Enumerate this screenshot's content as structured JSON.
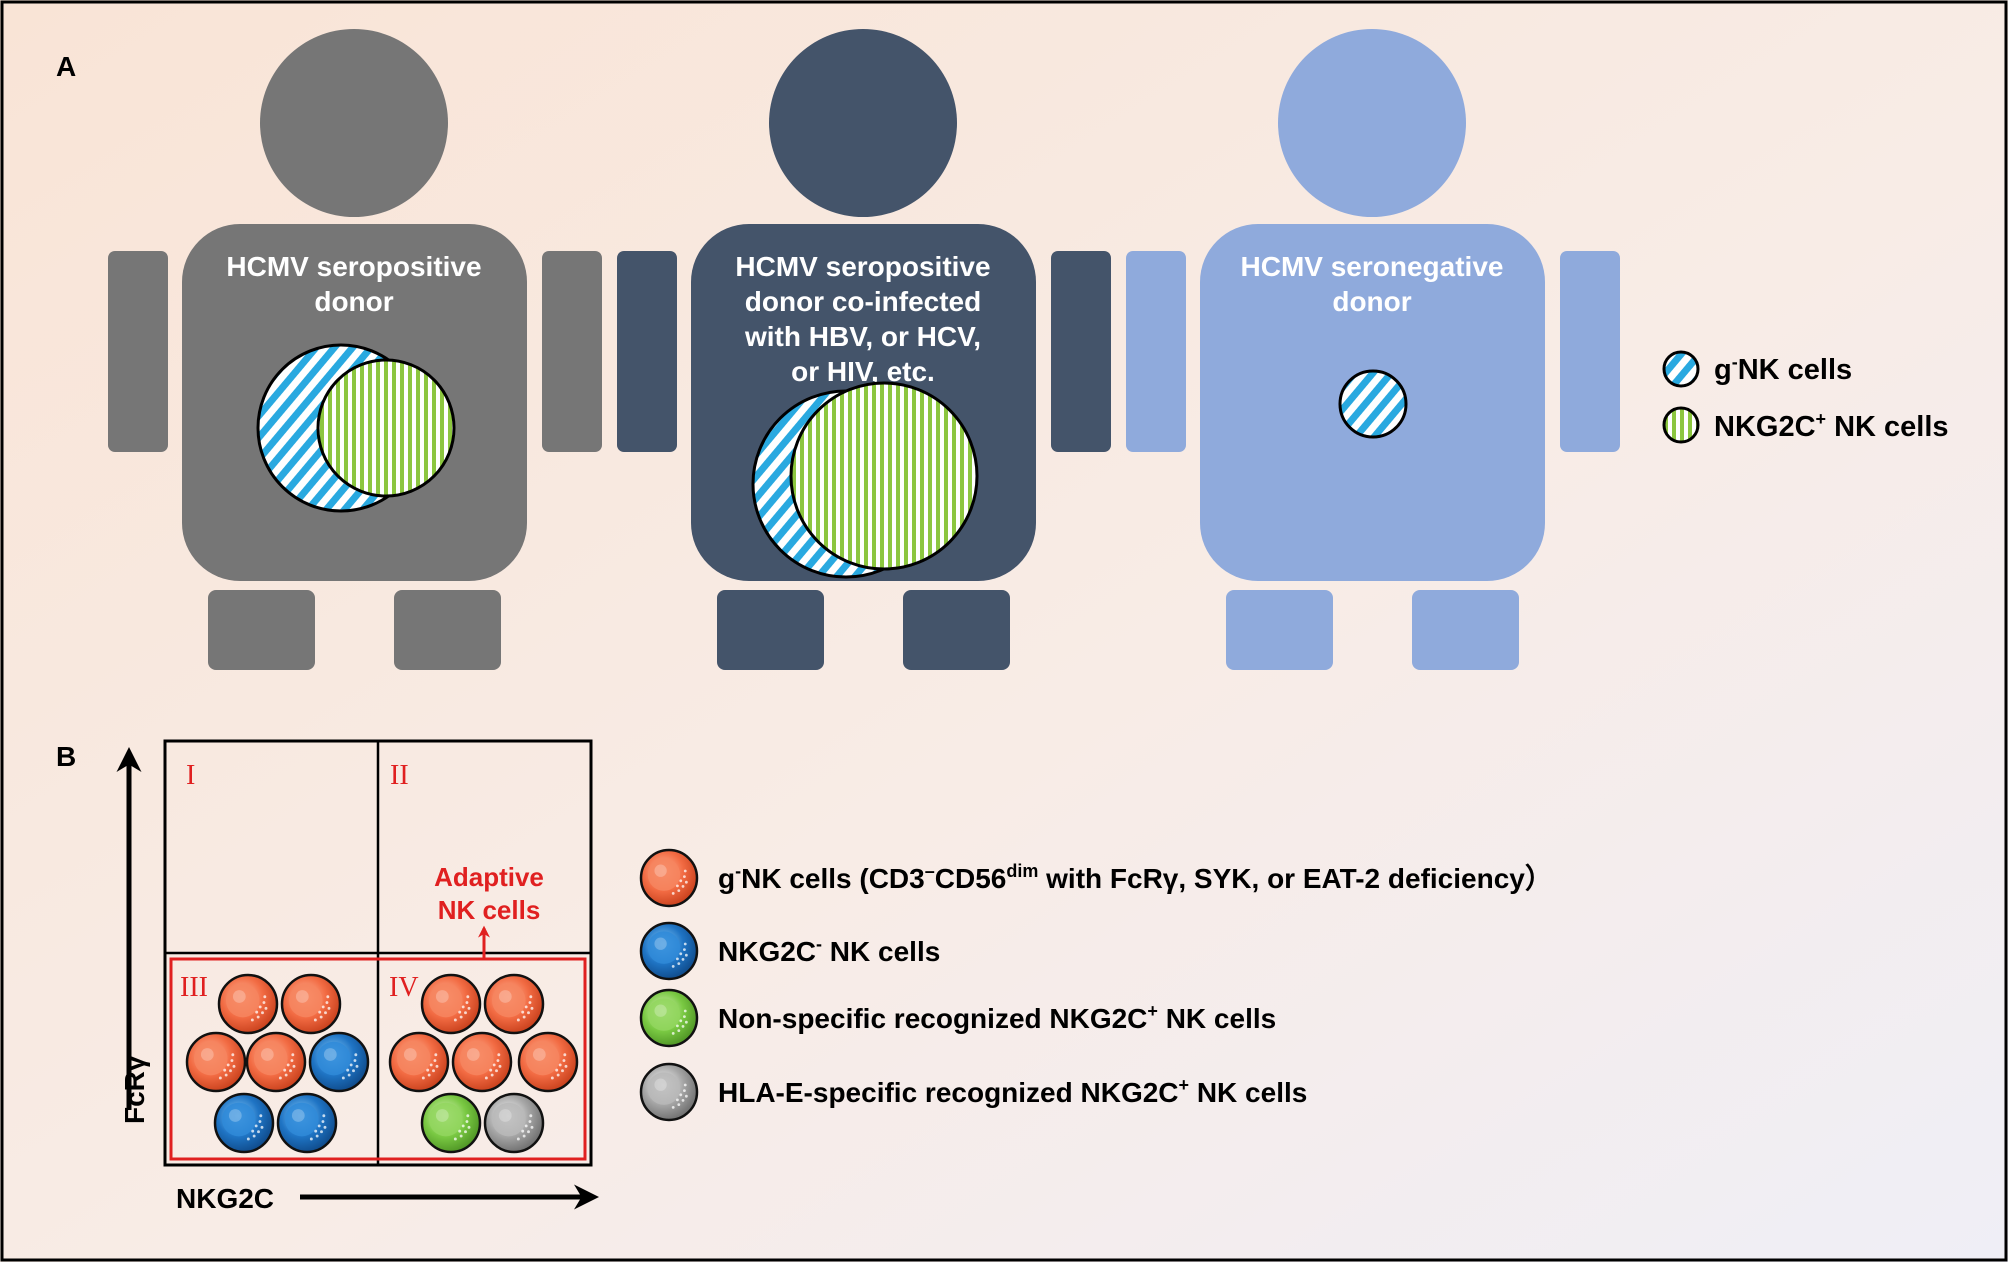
{
  "panel_labels": {
    "a": "A",
    "b": "B"
  },
  "donors": [
    {
      "label_lines": [
        "HCMV seropositive",
        "donor"
      ],
      "color": "#767676"
    },
    {
      "label_lines": [
        "HCMV seropositive",
        "donor co-infected",
        "with HBV, or HCV,",
        "or HIV, etc."
      ],
      "color": "#44546a"
    },
    {
      "label_lines": [
        "HCMV seronegative",
        "donor"
      ],
      "color": "#8faadc"
    }
  ],
  "legend_a": [
    {
      "prefix": "g",
      "sup": "-",
      "suffix": "NK cells",
      "pattern": "diagonal-stripes-blue"
    },
    {
      "prefix": "NKG2C",
      "sup": "+",
      "suffix": " NK cells",
      "pattern": "vertical-stripes-green"
    }
  ],
  "quadrants": {
    "q1": "I",
    "q2": "II",
    "q3": "III",
    "q4": "IV"
  },
  "adaptive_label": [
    "Adaptive",
    "NK cells"
  ],
  "axes": {
    "y": "FcRγ",
    "x": "NKG2C"
  },
  "legend_b": [
    {
      "cell": "orange",
      "parts": [
        [
          "g"
        ],
        [
          "-",
          "sup"
        ],
        [
          "NK cells (CD3"
        ],
        [
          "–",
          "sup"
        ],
        [
          "CD56"
        ],
        [
          "dim",
          "sup"
        ],
        [
          " with FcRγ, SYK, or EAT-2 deficiency）"
        ]
      ]
    },
    {
      "cell": "blue",
      "parts": [
        [
          "NKG2C"
        ],
        [
          "-",
          "sup"
        ],
        [
          " NK cells"
        ]
      ]
    },
    {
      "cell": "green",
      "parts": [
        [
          "Non-specific recognized NKG2C"
        ],
        [
          "+",
          "sup"
        ],
        [
          " NK cells"
        ]
      ]
    },
    {
      "cell": "gray",
      "parts": [
        [
          "HLA-E-specific recognized NKG2C"
        ],
        [
          "+",
          "sup"
        ],
        [
          " NK cells"
        ]
      ]
    }
  ],
  "colors": {
    "accent_red": "#e02020",
    "stripe_blue": "#29a9e0",
    "stripe_green": "#8cc63f",
    "cell_orange": "#f26b43",
    "cell_blue": "#1f74c4",
    "cell_green": "#7ac943",
    "cell_gray": "#9e9e9e"
  }
}
